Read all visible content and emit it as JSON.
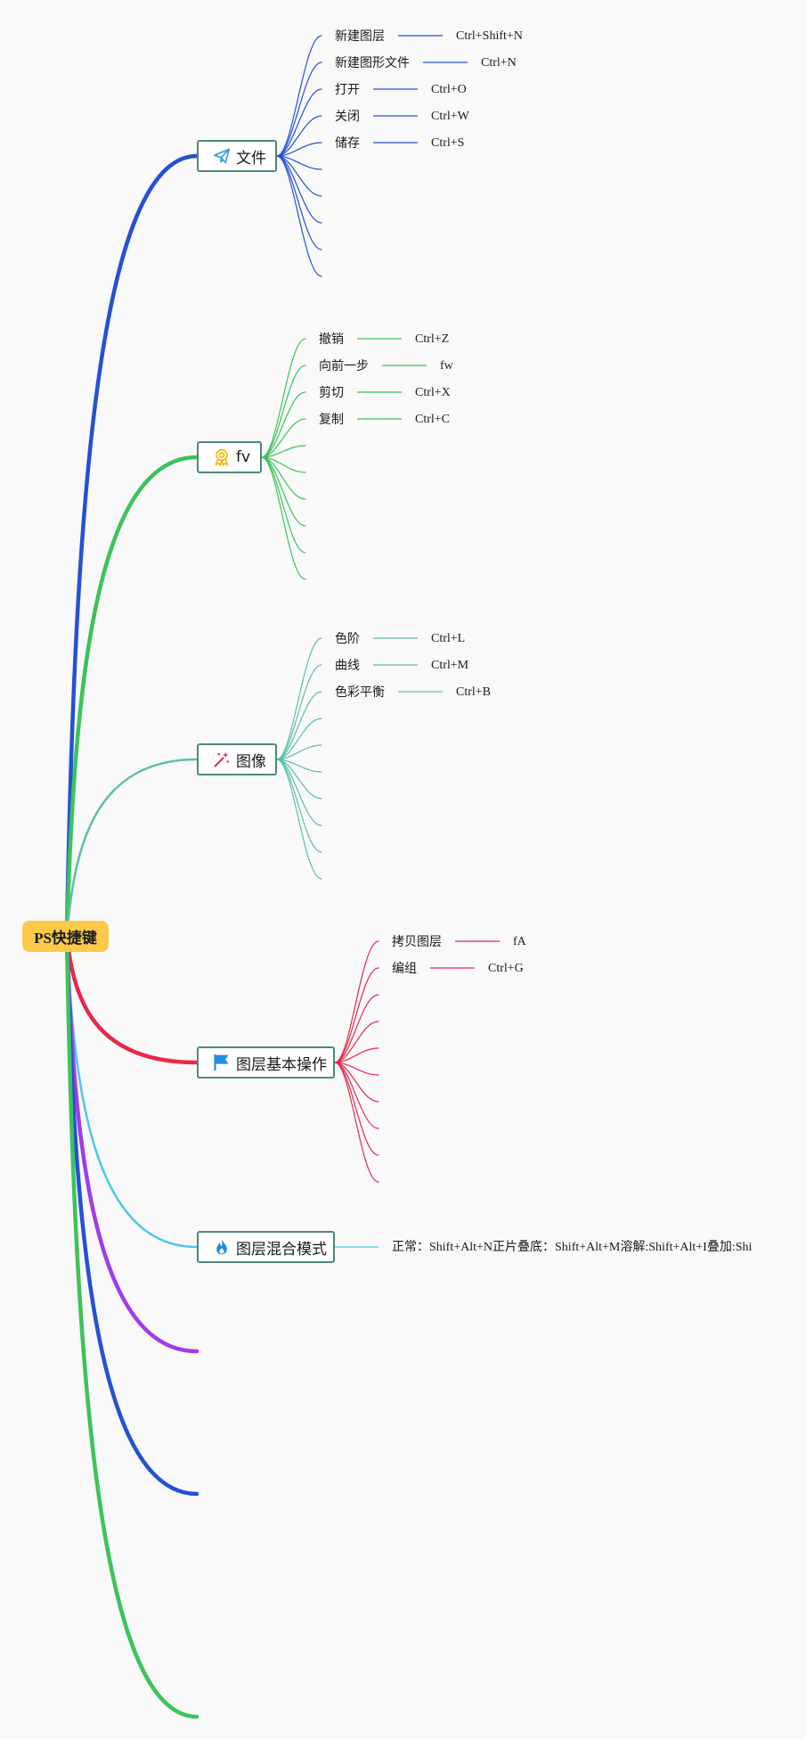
{
  "root": {
    "label": "PS快捷键",
    "color": "#fcc94b"
  },
  "branches": [
    {
      "key": "file",
      "label": "文件",
      "icon": "paper-plane-icon",
      "color": "#2451d4",
      "leaves": [
        {
          "label": "新建图层",
          "value": "Ctrl+Shift+N"
        },
        {
          "label": "新建图形文件",
          "value": "Ctrl+N"
        },
        {
          "label": "打开",
          "value": "Ctrl+O"
        },
        {
          "label": "关闭",
          "value": "Ctrl+W"
        },
        {
          "label": "储存",
          "value": "Ctrl+S"
        }
      ]
    },
    {
      "key": "fv",
      "label": "fv",
      "icon": "award-badge-icon",
      "color": "#3cc35a",
      "leaves": [
        {
          "label": "撤销",
          "value": "Ctrl+Z"
        },
        {
          "label": "向前一步",
          "value": "fw"
        },
        {
          "label": "剪切",
          "value": "Ctrl+X"
        },
        {
          "label": "复制",
          "value": "Ctrl+C"
        }
      ]
    },
    {
      "key": "image",
      "label": "图像",
      "icon": "magic-wand-icon",
      "color": "#5bbfa8",
      "leaves": [
        {
          "label": "色阶",
          "value": "Ctrl+L"
        },
        {
          "label": "曲线",
          "value": "Ctrl+M"
        },
        {
          "label": "色彩平衡",
          "value": "Ctrl+B"
        }
      ]
    },
    {
      "key": "layer-basic",
      "label": "图层基本操作",
      "icon": "flag-icon",
      "color": "#e8284a",
      "leaves": [
        {
          "label": "拷贝图层",
          "value": "fA"
        },
        {
          "label": "编组",
          "value": "Ctrl+G"
        }
      ]
    },
    {
      "key": "layer-blend",
      "label": "图层混合模式",
      "icon": "flame-icon",
      "color": "#4dc6ea",
      "text": "正常：Shift+Alt+N正片叠底：Shift+Alt+M溶解:Shift+Alt+I叠加:Shi"
    }
  ],
  "empty_branch_colors": [
    "#a23be8",
    "#2451d4",
    "#3cc35a"
  ],
  "colors": {
    "background": "#f9f9f9",
    "node_border": "#4d8a7a",
    "icon_file": "#3a9fd8",
    "icon_fv": "#f2b400",
    "icon_image": "#e8284a",
    "icon_flag": "#1e8fe0",
    "icon_flame": "#1e8fe0"
  }
}
